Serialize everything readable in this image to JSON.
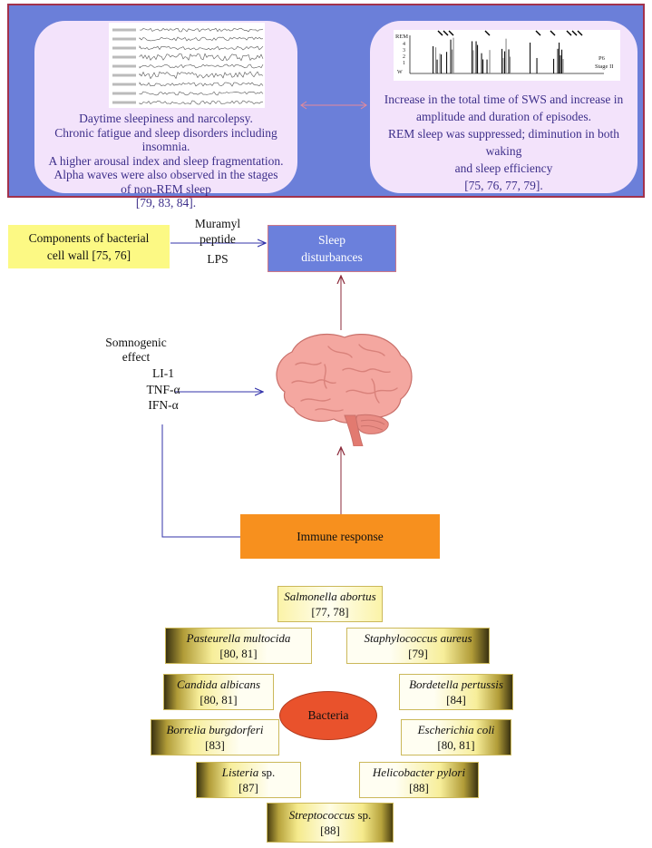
{
  "top_panel": {
    "left_text_lines": [
      "Daytime sleepiness and narcolepsy.",
      "Chronic fatigue and sleep disorders including",
      "insomnia.",
      "A higher arousal index and sleep fragmentation.",
      "Alpha waves were also observed in the stages",
      "of non-REM sleep",
      "[79, 83, 84]."
    ],
    "right_text_lines": [
      "Increase in the total time of SWS and increase in",
      "amplitude and duration of episodes.",
      "REM sleep was suppressed; diminution in both waking",
      "and sleep efficiency",
      "[75, 76, 77, 79]."
    ],
    "hypnogram_axis": [
      "REM",
      "4",
      "3",
      "2",
      "1",
      "W"
    ],
    "hypnogram_notes": [
      "P6",
      "Stage II"
    ]
  },
  "flow": {
    "cell_wall_lines": [
      "Components of bacterial",
      "cell wall [75, 76]"
    ],
    "muramyl_lines": [
      "Muramyl",
      "peptide"
    ],
    "lps": "LPS",
    "sleep_lines": [
      "Sleep",
      "disturbances"
    ],
    "somnogenic_lines": [
      "Somnogenic",
      "effect"
    ],
    "cytokines": [
      "LI-1",
      "TNF-α",
      "IFN-α"
    ],
    "immune": "Immune response"
  },
  "bacteria_center": "Bacteria",
  "bacteria": [
    {
      "name": "Salmonella abortus",
      "ref": "[77, 78]"
    },
    {
      "name": "Pasteurella multocida",
      "ref": "[80, 81]"
    },
    {
      "name": "Staphylococcus aureus",
      "ref": "[79]"
    },
    {
      "name": "Candida albicans",
      "ref": "[80, 81]"
    },
    {
      "name": "Bordetella pertussis",
      "ref": "[84]"
    },
    {
      "name": "Borrelia burgdorferi",
      "ref": "[83]"
    },
    {
      "name": "Escherichia coli",
      "ref": "[80, 81]"
    },
    {
      "name": "Listeria",
      "suffix": " sp.",
      "ref": "[87]"
    },
    {
      "name": "Helicobacter pylori",
      "ref": "[88]"
    },
    {
      "name": "Streptococcus",
      "suffix": " sp.",
      "ref": "[88]"
    }
  ],
  "colors": {
    "banner": "#6b7fd9",
    "bubble": "#f3e3fb",
    "bubble_text": "#3d2f8a",
    "cell_wall": "#fcf984",
    "sleep_box": "#6b80dc",
    "immune_box": "#f7901e",
    "bacteria_oval": "#e9522c",
    "arrow_blue": "#3333aa",
    "arrow_red": "#8b2a3a"
  }
}
